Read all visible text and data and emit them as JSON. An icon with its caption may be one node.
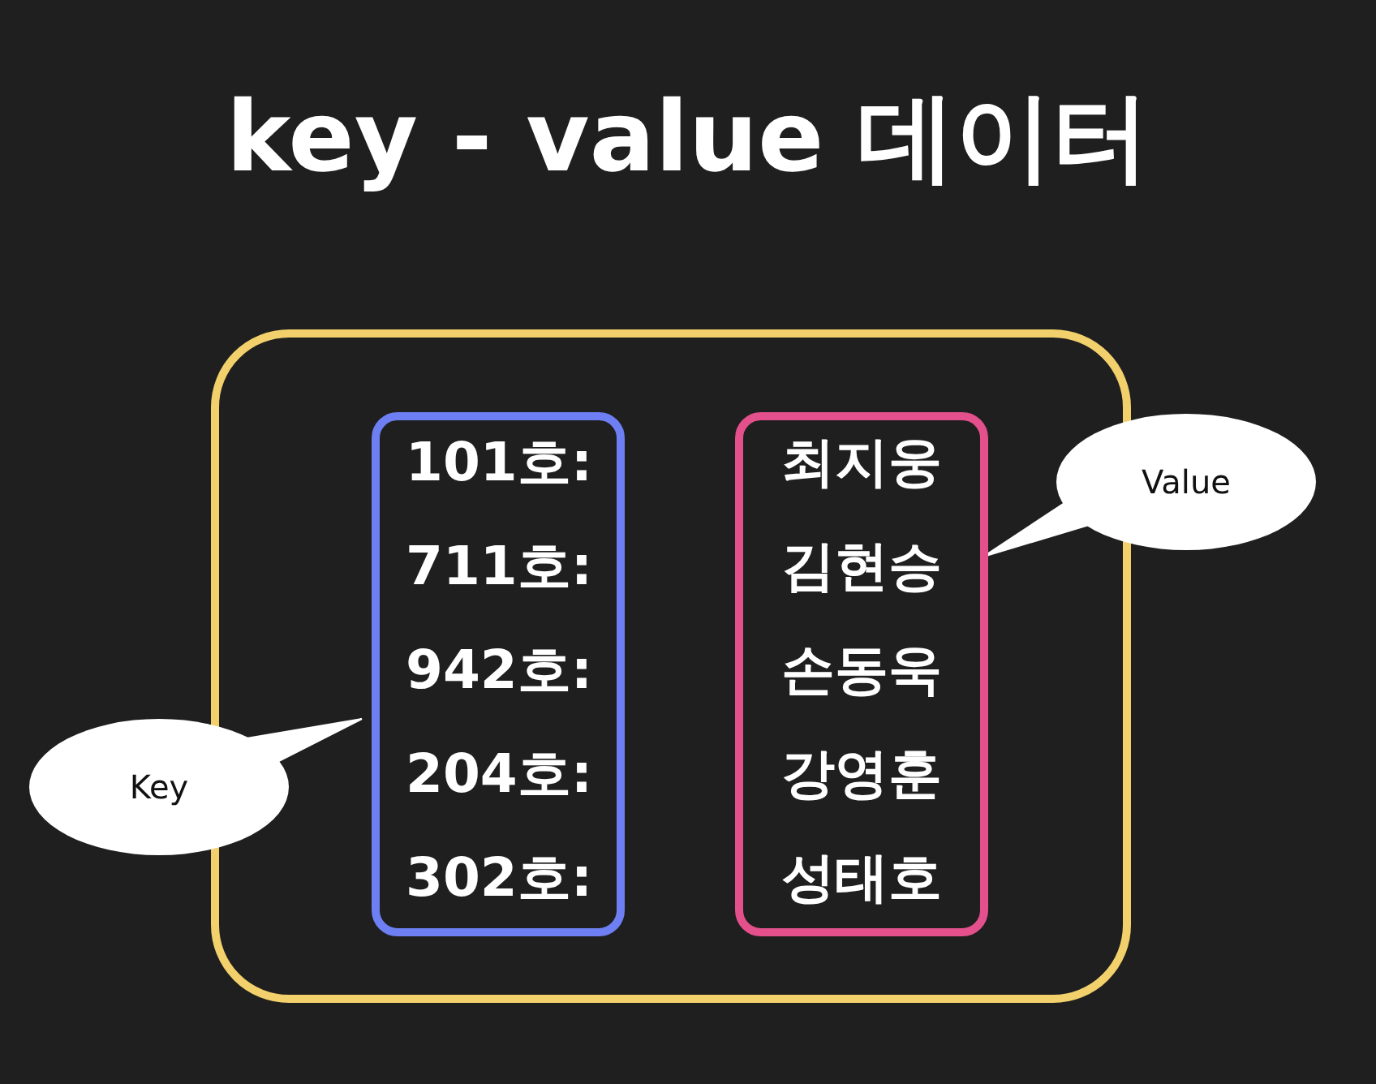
{
  "diagram": {
    "title": "key - value 데이터",
    "nodes": [
      {
        "text": [],
        "shape": "box"
      },
      {
        "text": [
          "101호:",
          "711호:",
          "942호:",
          "204호:",
          "302호:"
        ],
        "in": 0
      },
      {
        "text": [
          "최지웅",
          "김현승",
          "손동욱",
          "강영훈",
          "성태호"
        ],
        "in": 0
      },
      {
        "text": [
          "Value"
        ]
      },
      {
        "text": [
          "Key"
        ]
      }
    ],
    "edges": [
      {
        "from": 3,
        "to": 2,
        "arrow": "none"
      },
      {
        "from": 4,
        "to": 1,
        "arrow": "none"
      }
    ]
  }
}
